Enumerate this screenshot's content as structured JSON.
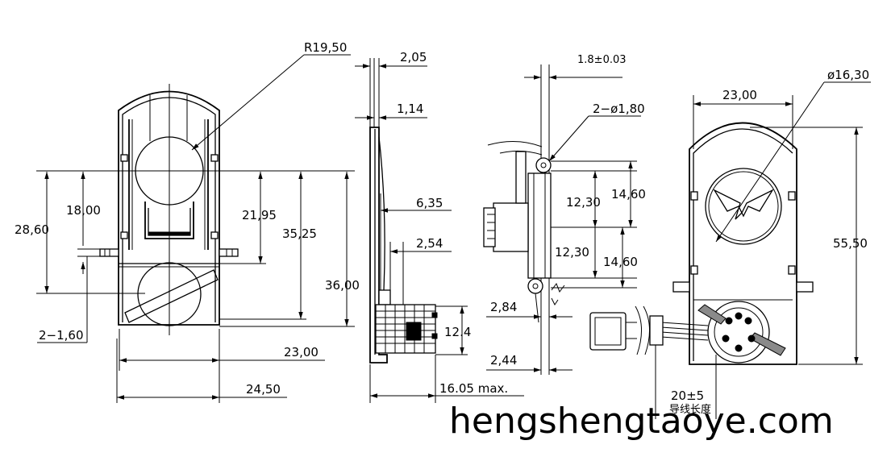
{
  "dimensions": {
    "r1950": "R19,50",
    "d205": "2,05",
    "d114": "1,14",
    "d18": "1.8±0.03",
    "hole2": "2−ø1,80",
    "d635": "6,35",
    "d254": "2,54",
    "d1800": "18,00",
    "d2860": "28,60",
    "d2195": "21,95",
    "d3525": "35,25",
    "d3600": "36,00",
    "d2160": "2−1,60",
    "d2300_front": "23,00",
    "d2450": "24,50",
    "d124": "12.4",
    "d1605": "16.05  max.",
    "d1230_top": "12,30",
    "d1460_top": "14,60",
    "d1230_bot": "12,30",
    "d1460_bot": "14,60",
    "d284": "2,84",
    "d244": "2,44",
    "d2300_right": "23,00",
    "d1630": "ø16,30",
    "d5550": "55,50",
    "d205lead": "20±5",
    "lead_cn": "导线长度"
  },
  "watermark": "hengshengtaoye.com"
}
